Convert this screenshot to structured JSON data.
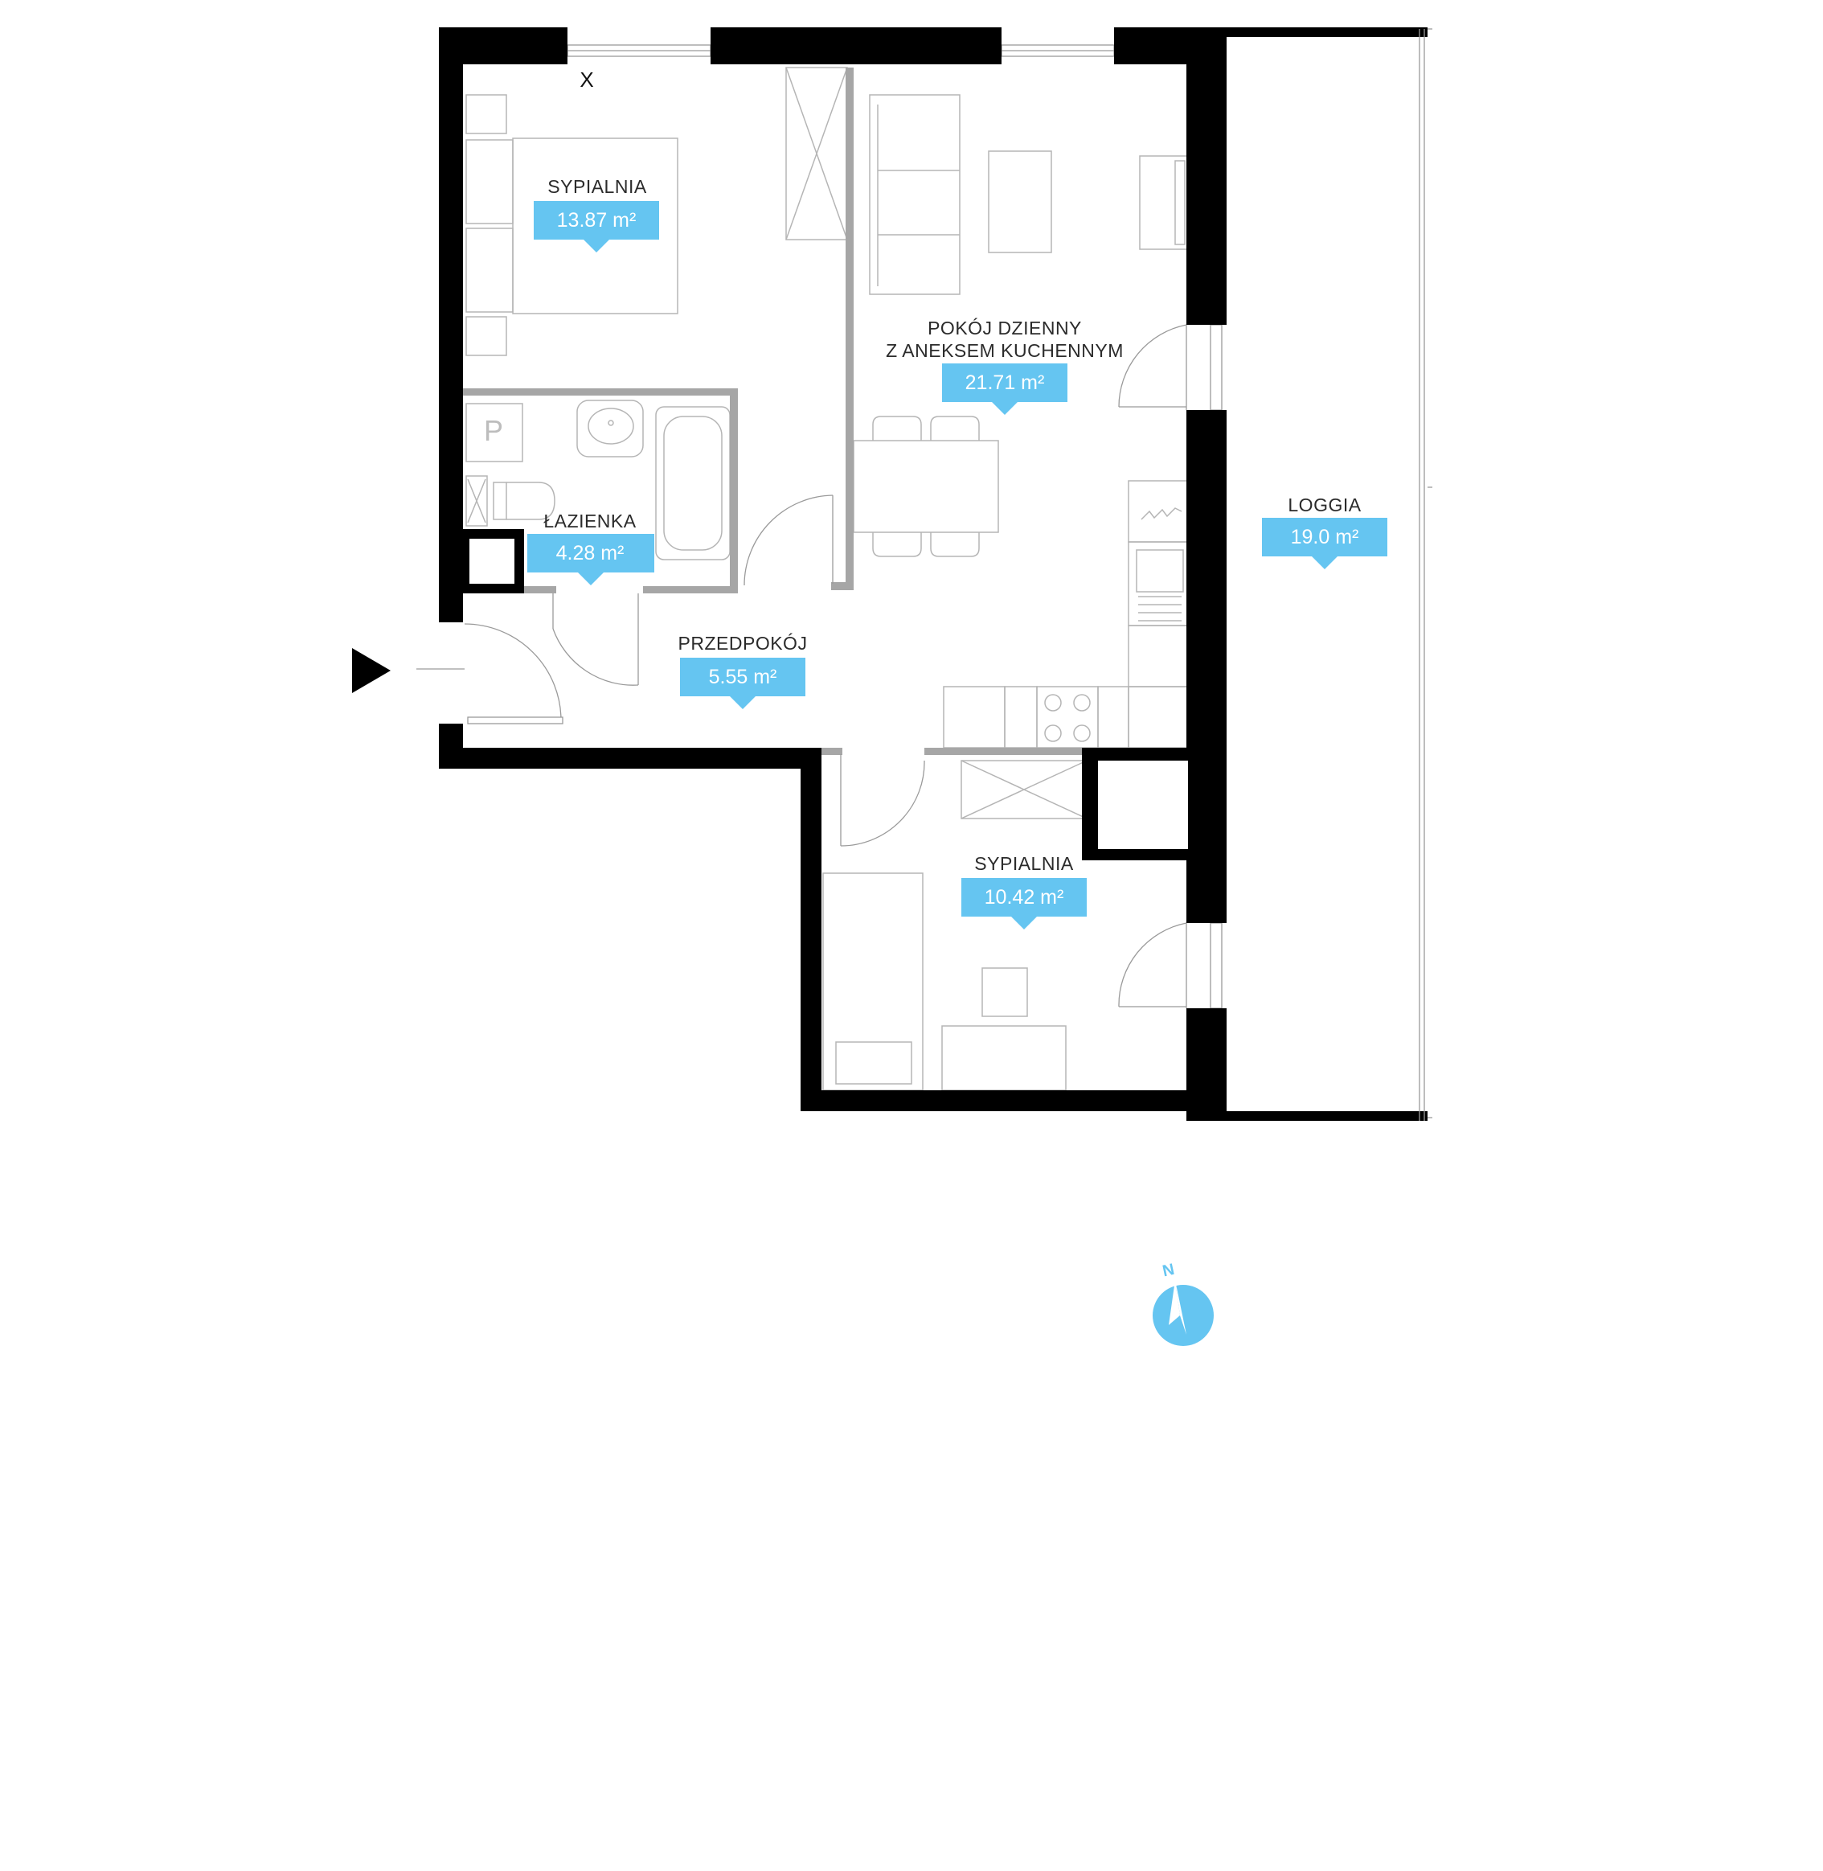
{
  "colors": {
    "accent": "#65c5f1",
    "wall": "#000000",
    "partition": "#a6a6a6",
    "text": "#2b2b2b",
    "background": "#ffffff"
  },
  "rooms": [
    {
      "name": "SYPIALNIA",
      "area": "13.87 m²"
    },
    {
      "name_lines": [
        "POKÓJ DZIENNY",
        "Z ANEKSEM KUCHENNYM"
      ],
      "area": "21.71 m²"
    },
    {
      "name": "ŁAZIENKA",
      "area": "4.28 m²"
    },
    {
      "name": "PRZEDPOKÓJ",
      "area": "5.55 m²"
    },
    {
      "name": "SYPIALNIA",
      "area": "10.42 m²"
    },
    {
      "name": "LOGGIA",
      "area": "19.0 m²"
    }
  ],
  "markers": {
    "window_mark": "X",
    "bath_fixture": "P",
    "north": "N",
    "entrance_icon": "triangle-arrow-icon",
    "compass_icon": "compass-icon"
  }
}
